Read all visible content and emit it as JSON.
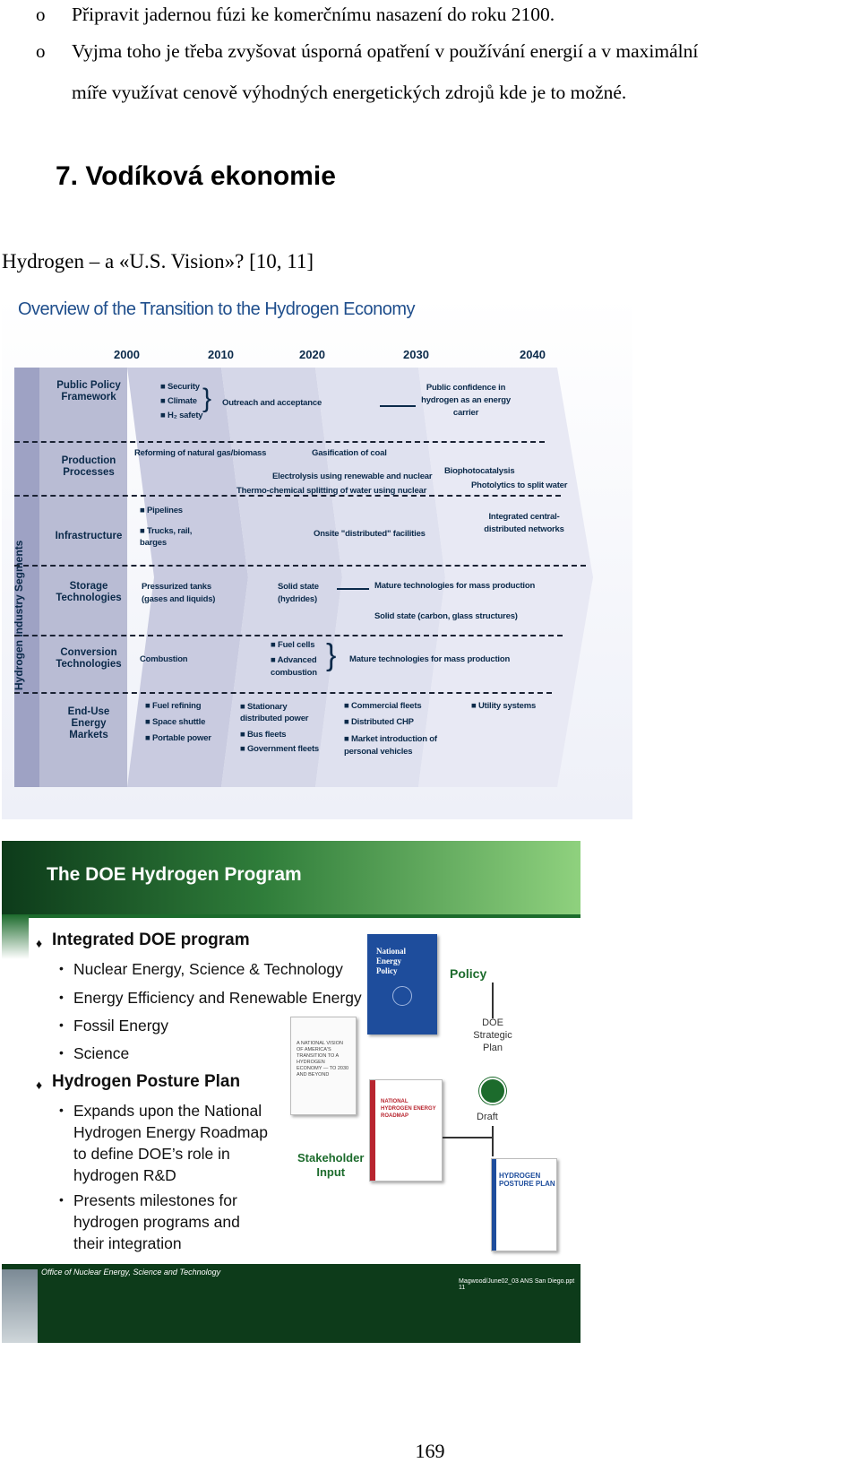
{
  "bullets": [
    {
      "marker": "o",
      "lines": [
        "Připravit jadernou fúzi ke komerčnímu nasazení do roku 2100."
      ]
    },
    {
      "marker": "o",
      "lines": [
        "Vyjma toho je třeba zvyšovat úsporná opatření v používání energií a v maximální",
        "míře využívat cenově výhodných energetických zdrojů kde je to možné."
      ]
    }
  ],
  "section_heading": "7. Vodíková ekonomie",
  "subheading": "Hydrogen – a «U.S. Vision»? [10, 11]",
  "figure1": {
    "title": "Overview of the Transition to the Hydrogen Economy",
    "years": [
      "2000",
      "2010",
      "2020",
      "2030",
      "2040"
    ],
    "side_label": "Hydrogen Industry Segments",
    "rows": {
      "public_policy": {
        "label": "Public Policy Framework",
        "items": [
          "■ Security",
          "■ Climate",
          "■ H₂ safety"
        ],
        "outreach": "Outreach and acceptance",
        "end": "Public confidence in hydrogen as an energy carrier"
      },
      "production": {
        "label": "Production Processes",
        "t1": "Reforming of natural gas/biomass",
        "t2": "Gasification of coal",
        "t3": "Electrolysis using renewable and nuclear",
        "t4": "Thermo-chemical splitting of water using nuclear",
        "t5": "Biophotocatalysis",
        "t6": "Photolytics to split water"
      },
      "infrastructure": {
        "label": "Infrastructure",
        "t1": "■ Pipelines",
        "t2": "■ Trucks, rail, barges",
        "t3": "Onsite \"distributed\" facilities",
        "t4": "Integrated central-distributed networks"
      },
      "storage": {
        "label": "Storage Technologies",
        "t1": "Pressurized tanks (gases and liquids)",
        "t2": "Solid state (hydrides)",
        "t3": "Mature technologies for mass production",
        "t4": "Solid state (carbon, glass structures)"
      },
      "conversion": {
        "label": "Conversion Technologies",
        "t1": "Combustion",
        "t2": "■ Fuel cells",
        "t3": "■ Advanced combustion",
        "t4": "Mature technologies for mass production"
      },
      "enduse": {
        "label": "End-Use Energy Markets",
        "c1": [
          "■ Fuel refining",
          "■ Space shuttle",
          "■ Portable power"
        ],
        "c2": [
          "■ Stationary distributed power",
          "■ Bus fleets",
          "■ Government fleets"
        ],
        "c3": [
          "■ Commercial fleets",
          "■ Distributed CHP",
          "■ Market introduction of personal vehicles"
        ],
        "c4": "■ Utility systems"
      }
    }
  },
  "figure2": {
    "title": "The DOE Hydrogen Program",
    "h1": "Integrated DOE program",
    "items1": [
      "Nuclear Energy, Science & Technology",
      "Energy Efficiency and Renewable Energy",
      "Fossil Energy",
      "Science"
    ],
    "h2": "Hydrogen Posture Plan",
    "items2a": [
      "Expands upon the National",
      "Hydrogen Energy Roadmap",
      "to define DOE’s role in",
      "hydrogen R&D"
    ],
    "items2b": [
      "Presents milestones for",
      "hydrogen programs and",
      "their integration"
    ],
    "policy": "Policy",
    "doe_plan": [
      "DOE",
      "Strategic",
      "Plan"
    ],
    "draft": "Draft",
    "stakeholder": [
      "Stakeholder",
      "Input"
    ],
    "nep_cover": [
      "National",
      "Energy",
      "Policy"
    ],
    "vision_cover": "A NATIONAL VISION OF AMERICA'S TRANSITION TO A HYDROGEN ECONOMY — TO 2030 AND BEYOND",
    "roadmap_cover": "NATIONAL HYDROGEN ENERGY ROADMAP",
    "posture_cover": [
      "HYDROGEN",
      "POSTURE PLAN"
    ],
    "footer_left": "Office of Nuclear Energy, Science and Technology",
    "footer_right": "Magwood/June02_03 ANS San Diego.ppt 11"
  },
  "page_number": "169",
  "colors": {
    "navy": "#0b2a4a",
    "green_dark": "#1c6b2c",
    "blue_doc": "#1e4d9c",
    "red_doc": "#b8252f"
  }
}
